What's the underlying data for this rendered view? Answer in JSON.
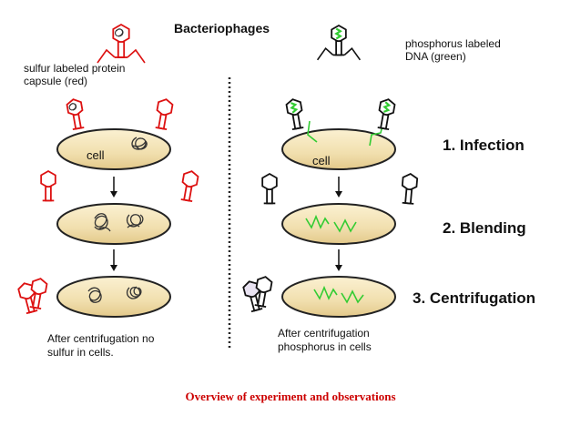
{
  "title": "Bacteriophages",
  "legend": {
    "sulfur_line1": "sulfur labeled protein",
    "sulfur_line2": "capsule (red)",
    "phosphorus_line1": "phosphorus labeled",
    "phosphorus_line2": "DNA  (green)"
  },
  "cell_label": "cell",
  "steps": [
    "1. Infection",
    "2. Blending",
    "3. Centrifugation"
  ],
  "conclusions": {
    "left_line1": "After centrifugation no",
    "left_line2": "sulfur in cells.",
    "right_line1": "After centrifugation",
    "right_line2": "phosphorus in cells"
  },
  "caption": "Overview of experiment and observations",
  "colors": {
    "protein_red": "#dd1111",
    "dna_green": "#33cc33",
    "cell_fill": "#f2e2b2",
    "cell_stroke": "#222222",
    "caption_red": "#cc0000"
  },
  "icons": [
    "bacteriophage-icon",
    "cell-icon",
    "arrow-down-icon",
    "dna-strand-icon"
  ]
}
